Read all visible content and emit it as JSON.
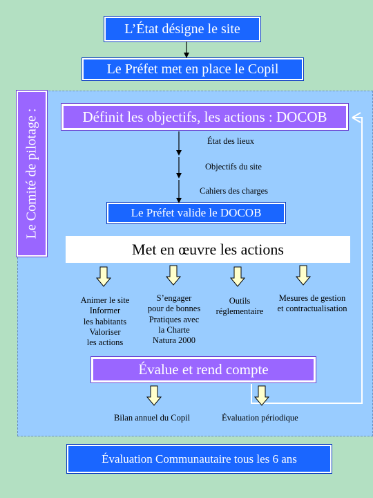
{
  "top": {
    "etat": "L’État désigne le site",
    "prefet_copil": "Le Préfet met en place le Copil"
  },
  "committee": {
    "label": "Le Comité de pilotage :",
    "definit": "Définit les objectifs, les actions : DOCOB",
    "steps": [
      "État des lieux",
      "Objectifs du site",
      "Cahiers des charges"
    ],
    "valide": "Le Préfet valide le DOCOB",
    "oeuvre": "Met en œuvre les actions",
    "actions": [
      [
        "Animer le site",
        "Informer",
        "les habitants",
        "Valoriser",
        "les actions"
      ],
      [
        "S’engager",
        "pour de bonnes",
        "Pratiques avec",
        "la Charte",
        "Natura 2000"
      ],
      [
        "Outils",
        "réglementaire"
      ],
      [
        "Mesures de gestion",
        "et contractualisation"
      ]
    ],
    "evalue": "Évalue et  rend compte",
    "results": [
      "Bilan annuel du Copil",
      "Évaluation périodique"
    ]
  },
  "bottom": {
    "communautaire": "Évaluation Communautaire tous les 6 ans"
  },
  "colors": {
    "background": "#b3e0c2",
    "panel": "#99ccff",
    "blue_box": "#1a66ff",
    "purple_box": "#9a66ff",
    "arrow_fill": "#ffffcc"
  }
}
